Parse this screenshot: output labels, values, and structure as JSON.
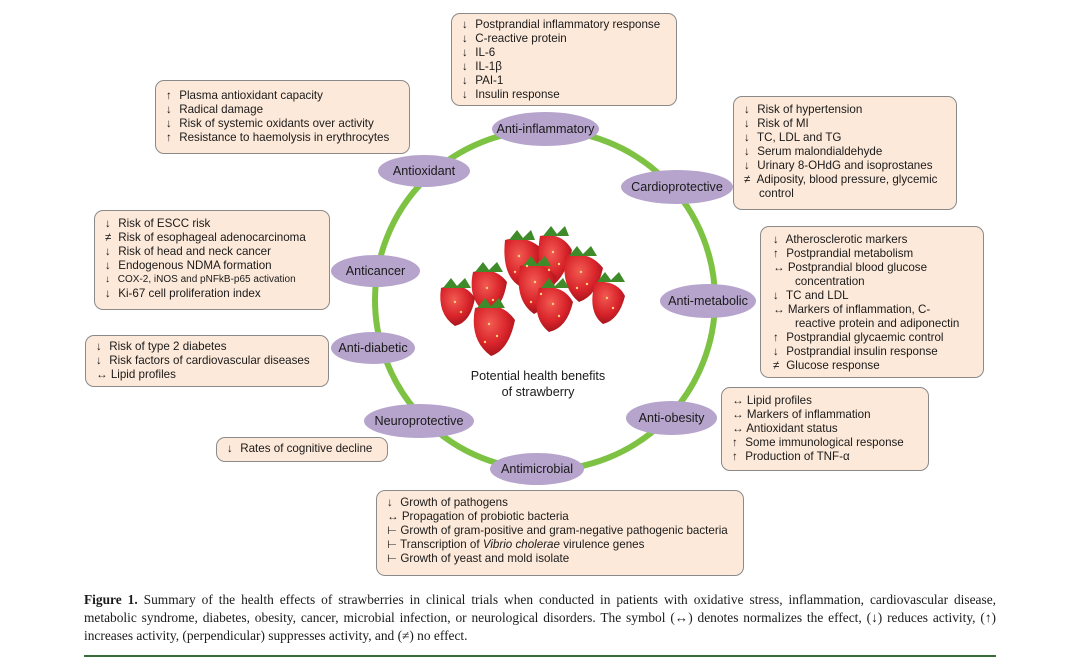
{
  "center": {
    "line1": "Potential health benefits",
    "line2": "of strawberry"
  },
  "colors": {
    "ring": "#7dc243",
    "pill": "#b6a4cc",
    "box_fill": "#fde9d9",
    "box_border": "#8a8a8a",
    "berry": "#d8232a",
    "leaf": "#3f8b2a",
    "rule": "#3a6b3a"
  },
  "categories": {
    "anti_inflammatory": "Anti-inflammatory",
    "antioxidant": "Antioxidant",
    "cardioprotective": "Cardioprotective",
    "anticancer": "Anticancer",
    "anti_metabolic": "Anti-metabolic",
    "anti_diabetic": "Anti-diabetic",
    "anti_obesity": "Anti-obesity",
    "neuroprotective": "Neuroprotective",
    "antimicrobial": "Antimicrobial"
  },
  "boxes": {
    "anti_inflammatory": [
      {
        "sym": "↓",
        "text": "Postprandial inflammatory response"
      },
      {
        "sym": "↓",
        "text": "C-reactive protein"
      },
      {
        "sym": "↓",
        "text": "IL-6"
      },
      {
        "sym": "↓",
        "text": "IL-1β"
      },
      {
        "sym": "↓",
        "text": "PAI-1"
      },
      {
        "sym": "↓",
        "text": "Insulin response"
      }
    ],
    "antioxidant": [
      {
        "sym": "↑",
        "text": "Plasma antioxidant capacity"
      },
      {
        "sym": "↓",
        "text": "Radical damage"
      },
      {
        "sym": "↓",
        "text": "Risk of systemic oxidants over activity"
      },
      {
        "sym": "↑",
        "text": "Resistance to haemolysis in erythrocytes"
      }
    ],
    "cardioprotective": [
      {
        "sym": "↓",
        "text": "Risk of hypertension"
      },
      {
        "sym": "↓",
        "text": "Risk of MI"
      },
      {
        "sym": "↓",
        "text": "TC, LDL and TG"
      },
      {
        "sym": "↓",
        "text": "Serum malondialdehyde"
      },
      {
        "sym": "↓",
        "text": "Urinary 8-OHdG and isoprostanes"
      },
      {
        "sym": "≠",
        "text": "Adiposity, blood pressure, glycemic"
      },
      {
        "sym": "",
        "text": "control",
        "cls": "cont2"
      }
    ],
    "anticancer": [
      {
        "sym": "↓",
        "text": "Risk of ESCC risk"
      },
      {
        "sym": "≠",
        "text": " Risk of esophageal adenocarcinoma"
      },
      {
        "sym": "↓",
        "text": "Risk of head and neck cancer"
      },
      {
        "sym": "↓",
        "text": "Endogenous NDMA formation"
      },
      {
        "sym": "↓",
        "text": "COX-2, iNOS and pNFkB-p65  activation",
        "cls": "small"
      },
      {
        "sym": "↓",
        "text": "Ki-67 cell proliferation index"
      }
    ],
    "anti_metabolic": [
      {
        "sym": "↓",
        "text": "Atherosclerotic markers"
      },
      {
        "sym": "↑",
        "text": "Postprandial metabolism"
      },
      {
        "sym": "↔",
        "text": "Postprandial blood glucose"
      },
      {
        "sym": "",
        "text": "concentration",
        "cls": "cont"
      },
      {
        "sym": "↓",
        "text": "TC and LDL"
      },
      {
        "sym": "↔",
        "text": " Markers of inflammation, C-"
      },
      {
        "sym": "",
        "text": "reactive protein and  adiponectin",
        "cls": "cont"
      },
      {
        "sym": "↑",
        "text": "Postprandial glycaemic control"
      },
      {
        "sym": "↓",
        "text": "Postprandial insulin response"
      },
      {
        "sym": "≠",
        "text": "Glucose response"
      }
    ],
    "anti_diabetic": [
      {
        "sym": "↓",
        "text": "Risk of type 2 diabetes"
      },
      {
        "sym": "↓",
        "text": "Risk factors of cardiovascular diseases"
      },
      {
        "sym": "↔",
        "text": " Lipid profiles"
      }
    ],
    "anti_obesity": [
      {
        "sym": "↔",
        "text": " Lipid profiles"
      },
      {
        "sym": "↔",
        "text": "Markers of inflammation"
      },
      {
        "sym": "↔",
        "text": "Antioxidant status"
      },
      {
        "sym": "↑",
        "text": "Some immunological response"
      },
      {
        "sym": "↑",
        "text": "Production of TNF-α"
      }
    ],
    "neuroprotective": [
      {
        "sym": "↓",
        "text": "Rates of cognitive decline"
      }
    ],
    "antimicrobial": [
      {
        "sym": "↓",
        "text": "Growth of pathogens"
      },
      {
        "sym": "↔",
        "text": "Propagation of probiotic bacteria"
      },
      {
        "sym": "⊢",
        "text": "Growth of gram-positive and gram-negative pathogenic bacteria"
      },
      {
        "sym": "⊢",
        "text": "Transcription of ",
        "italic": "Vibrio cholerae",
        "after": " virulence genes"
      },
      {
        "sym": "⊢",
        "text": "Growth of yeast and mold isolate"
      }
    ]
  },
  "caption": {
    "label": "Figure 1.",
    "text": " Summary of the health effects of strawberries in clinical trials when conducted in patients with oxidative stress, inflammation, cardiovascular disease, metabolic syndrome, diabetes, obesity, cancer, microbial infection, or neurological disorders. The symbol (↔) denotes normalizes the effect, (↓) reduces activity, (↑) increases activity, (perpendicular) suppresses activity, and (≠) no effect."
  }
}
